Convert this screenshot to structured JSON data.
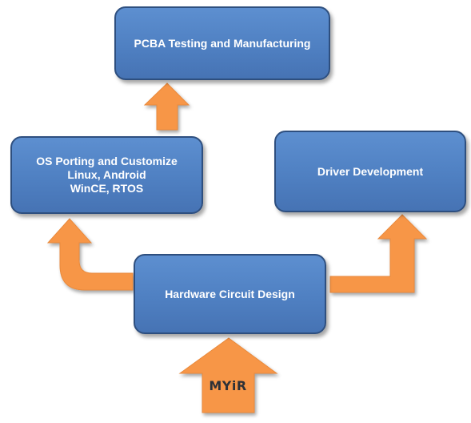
{
  "diagram": {
    "boxes": {
      "pcba": {
        "label": "PCBA Testing and Manufacturing"
      },
      "os": {
        "lines": [
          "OS Porting and Customize",
          "Linux, Android",
          "WinCE, RTOS"
        ]
      },
      "driver": {
        "label": "Driver Development"
      },
      "hardware": {
        "label": "Hardware Circuit Design"
      }
    },
    "logo": {
      "text": "MYiR"
    },
    "colors": {
      "box_fill": "#4f80c2",
      "box_border": "#2e4f7f",
      "arrow_fill": "#f79646",
      "arrow_stroke": "#e07a2e",
      "text": "#ffffff"
    }
  }
}
